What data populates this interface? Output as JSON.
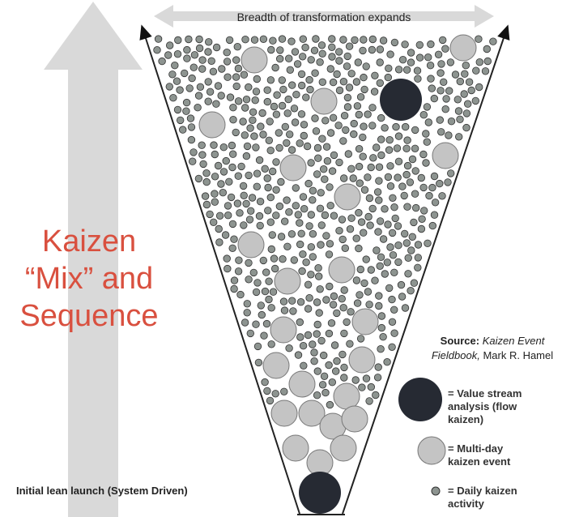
{
  "header": {
    "breadth_label": "Breadth of transformation expands"
  },
  "title": {
    "line1": "Kaizen",
    "line2": "“Mix” and",
    "line3": "Sequence"
  },
  "source": {
    "prefix": "Source:",
    "italic": "Kaizen Event Fieldbook,",
    "author": "Mark R. Hamel"
  },
  "launch_label": "Initial lean launch (System Driven)",
  "legend": [
    {
      "type": "large-dark",
      "text": "= Value stream analysis (flow kaizen)"
    },
    {
      "type": "medium-gray",
      "text": "= Multi-day kaizen event"
    },
    {
      "type": "small-gray",
      "text": "= Daily kaizen activity"
    }
  ],
  "colors": {
    "title": "#d9503f",
    "dark_circle": "#262a33",
    "medium_circle": "#c4c4c4",
    "small_circle": "#8d9490",
    "arrow_gray": "#d9d9d9",
    "funnel_line": "#222222"
  }
}
